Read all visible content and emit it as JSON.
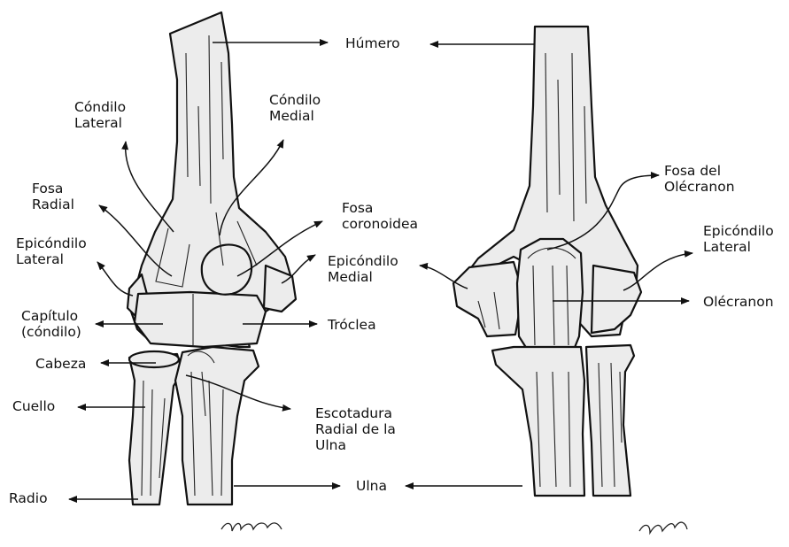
{
  "labels": {
    "humero": "Húmero",
    "condilo_lateral_1": "Cóndilo",
    "condilo_lateral_2": "Lateral",
    "condilo_medial_1": "Cóndilo",
    "condilo_medial_2": "Medial",
    "fosa_radial_1": "Fosa",
    "fosa_radial_2": "Radial",
    "fosa_coronoidea_1": "Fosa",
    "fosa_coronoidea_2": "coronoidea",
    "epicondilo_lateral_ant_1": "Epicóndilo",
    "epicondilo_lateral_ant_2": "Lateral",
    "epicondilo_medial_1": "Epicóndilo",
    "epicondilo_medial_2": "Medial",
    "capitulo_1": "Capítulo",
    "capitulo_2": "(cóndilo)",
    "troclea": "Tróclea",
    "cabeza": "Cabeza",
    "cuello": "Cuello",
    "escotadura_1": "Escotadura",
    "escotadura_2": "Radial de la",
    "escotadura_3": "Ulna",
    "radio": "Radio",
    "ulna": "Ulna",
    "fosa_olecranon_1": "Fosa del",
    "fosa_olecranon_2": "Olécranon",
    "epicondilo_lateral_post_1": "Epicóndilo",
    "epicondilo_lateral_post_2": "Lateral",
    "olecranon": "Olécranon"
  },
  "signatures": {
    "left": "yonettun",
    "right": "yonek"
  },
  "colors": {
    "bone_fill": "#ececec",
    "ink": "#111111",
    "background": "#ffffff"
  }
}
